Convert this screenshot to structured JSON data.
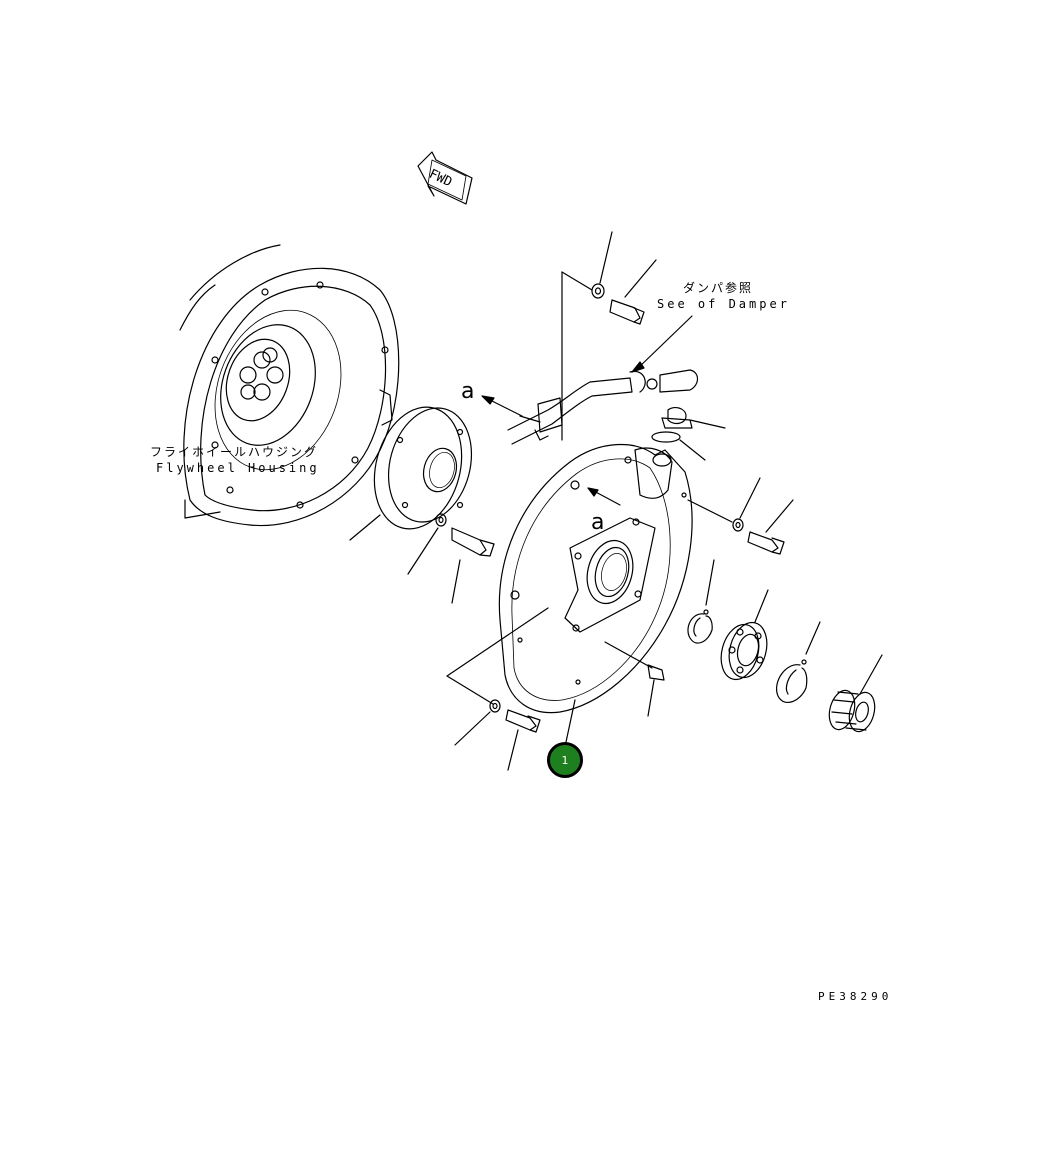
{
  "fwd_label": "FWD",
  "damper": {
    "jp": "ダンパ参照",
    "en": "See of Damper"
  },
  "housing": {
    "jp": "フライホイールハウジング",
    "en": "Flywheel Housing"
  },
  "ref_a": "a",
  "callout_1": "1",
  "drawing_code": "PE38290",
  "colors": {
    "callout_fill": "#1e7f1e",
    "line": "#000000"
  }
}
